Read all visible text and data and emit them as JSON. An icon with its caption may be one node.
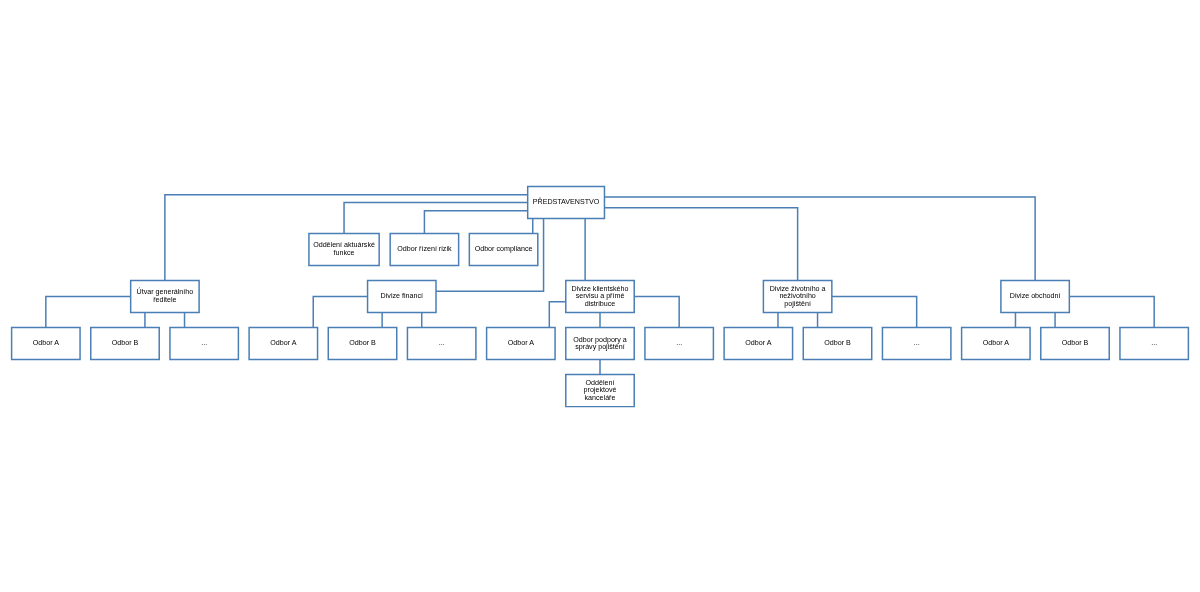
{
  "diagram": {
    "nodes": [
      {
        "text": [
          "PŘEDSTAVENSTVO"
        ]
      },
      {
        "text": [
          "Oddělení aktuárské funkce"
        ]
      },
      {
        "text": [
          "Odbor řízení rizik"
        ]
      },
      {
        "text": [
          "Odbor compliance"
        ]
      },
      {
        "text": [
          "Útvar generálního ředitele"
        ]
      },
      {
        "text": [
          "Divize financí"
        ]
      },
      {
        "text": [
          "Divize klientského servisu a přímé distribuce"
        ]
      },
      {
        "text": [
          "Divize životního a neživotního pojištění"
        ]
      },
      {
        "text": [
          "Divize obchodní"
        ]
      },
      {
        "text": [
          "Odbor A"
        ]
      },
      {
        "text": [
          "Odbor B"
        ]
      },
      {
        "text": [
          "..."
        ]
      },
      {
        "text": [
          "Odbor A"
        ]
      },
      {
        "text": [
          "Odbor B"
        ]
      },
      {
        "text": [
          "..."
        ]
      },
      {
        "text": [
          "Odbor A"
        ]
      },
      {
        "text": [
          "Odbor podpory a správy pojištění"
        ]
      },
      {
        "text": [
          "..."
        ]
      },
      {
        "text": [
          "Oddělení projektové kanceláře"
        ]
      },
      {
        "text": [
          "Odbor A"
        ]
      },
      {
        "text": [
          "Odbor B"
        ]
      },
      {
        "text": [
          "..."
        ]
      },
      {
        "text": [
          "Odbor A"
        ]
      },
      {
        "text": [
          "Odbor B"
        ]
      },
      {
        "text": [
          "..."
        ]
      }
    ],
    "edges": [
      {
        "from": 0,
        "to": 1,
        "arrow": "none"
      },
      {
        "from": 0,
        "to": 2,
        "arrow": "none"
      },
      {
        "from": 0,
        "to": 3,
        "arrow": "none"
      },
      {
        "from": 0,
        "to": 4,
        "arrow": "none"
      },
      {
        "from": 0,
        "to": 5,
        "arrow": "none"
      },
      {
        "from": 0,
        "to": 6,
        "arrow": "none"
      },
      {
        "from": 0,
        "to": 7,
        "arrow": "none"
      },
      {
        "from": 0,
        "to": 8,
        "arrow": "none"
      },
      {
        "from": 4,
        "to": 9,
        "arrow": "none"
      },
      {
        "from": 4,
        "to": 10,
        "arrow": "none"
      },
      {
        "from": 4,
        "to": 11,
        "arrow": "none"
      },
      {
        "from": 5,
        "to": 12,
        "arrow": "none"
      },
      {
        "from": 5,
        "to": 13,
        "arrow": "none"
      },
      {
        "from": 5,
        "to": 14,
        "arrow": "none"
      },
      {
        "from": 6,
        "to": 15,
        "arrow": "none"
      },
      {
        "from": 6,
        "to": 16,
        "arrow": "none"
      },
      {
        "from": 6,
        "to": 17,
        "arrow": "none"
      },
      {
        "from": 16,
        "to": 18,
        "arrow": "none"
      },
      {
        "from": 7,
        "to": 19,
        "arrow": "none"
      },
      {
        "from": 7,
        "to": 20,
        "arrow": "none"
      },
      {
        "from": 7,
        "to": 21,
        "arrow": "none"
      },
      {
        "from": 8,
        "to": 22,
        "arrow": "none"
      },
      {
        "from": 8,
        "to": 23,
        "arrow": "none"
      },
      {
        "from": 8,
        "to": 24,
        "arrow": "none"
      }
    ]
  }
}
